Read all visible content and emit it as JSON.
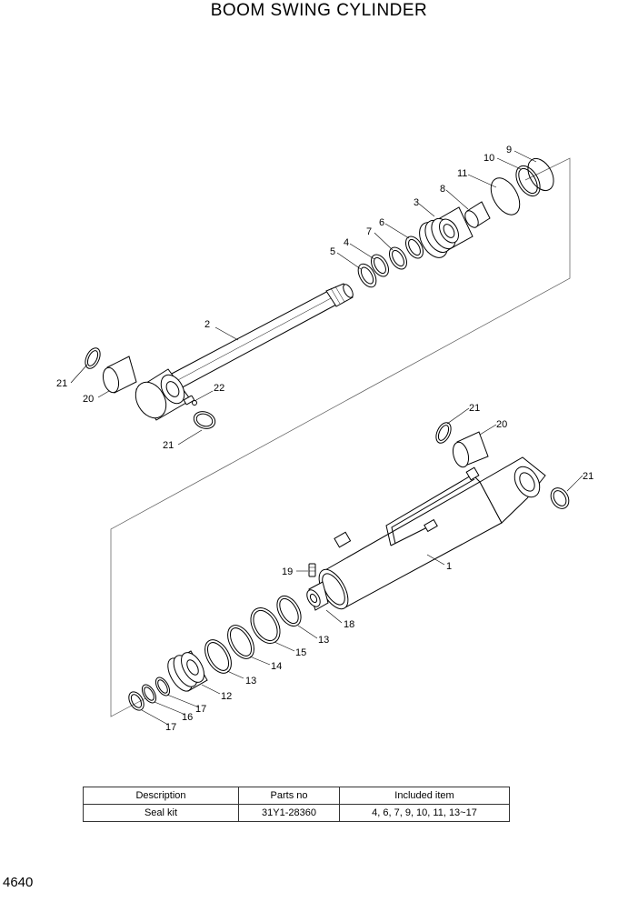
{
  "title": "BOOM SWING CYLINDER",
  "page_number": "4640",
  "callouts": {
    "c1": "1",
    "c2": "2",
    "c3": "3",
    "c4": "4",
    "c5": "5",
    "c6": "6",
    "c7": "7",
    "c8": "8",
    "c9": "9",
    "c10": "10",
    "c11": "11",
    "c12": "12",
    "c13a": "13",
    "c13b": "13",
    "c14": "14",
    "c15": "15",
    "c16": "16",
    "c17a": "17",
    "c17b": "17",
    "c18": "18",
    "c19": "19",
    "c20a": "20",
    "c20b": "20",
    "c21a": "21",
    "c21b": "21",
    "c21c": "21",
    "c21d": "21",
    "c22": "22"
  },
  "table": {
    "headers": [
      "Description",
      "Parts no",
      "Included item"
    ],
    "rows": [
      [
        "Seal kit",
        "31Y1-28360",
        "4, 6, 7, 9, 10, 11, 13~17"
      ]
    ]
  }
}
